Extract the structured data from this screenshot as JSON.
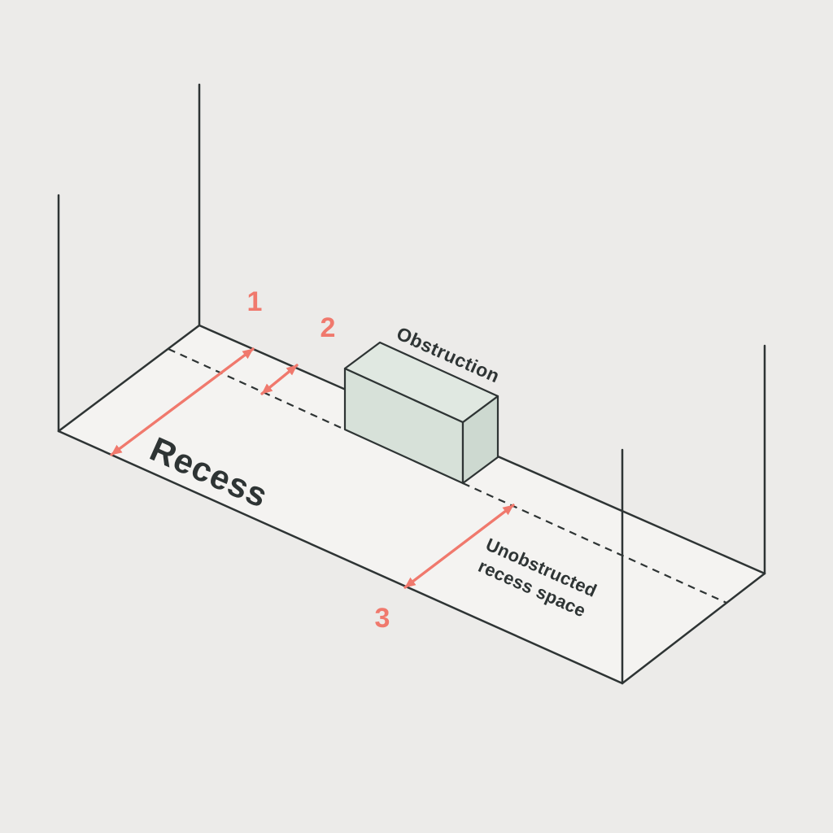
{
  "diagram": {
    "title": "Recess with obstruction diagram",
    "labels": {
      "recess": "Recess",
      "obstruction": "Obstruction",
      "unobstructed_line1": "Unobstructed",
      "unobstructed_line2": "recess space",
      "marker1": "1",
      "marker2": "2",
      "marker3": "3"
    },
    "colors": {
      "background": "#ECEBE9",
      "floor": "#F4F3F1",
      "line": "#2E3434",
      "accent": "#F0796D",
      "box_top": "#E0E8E1",
      "box_front": "#D7E1D9",
      "box_side": "#CDD9D0"
    }
  }
}
